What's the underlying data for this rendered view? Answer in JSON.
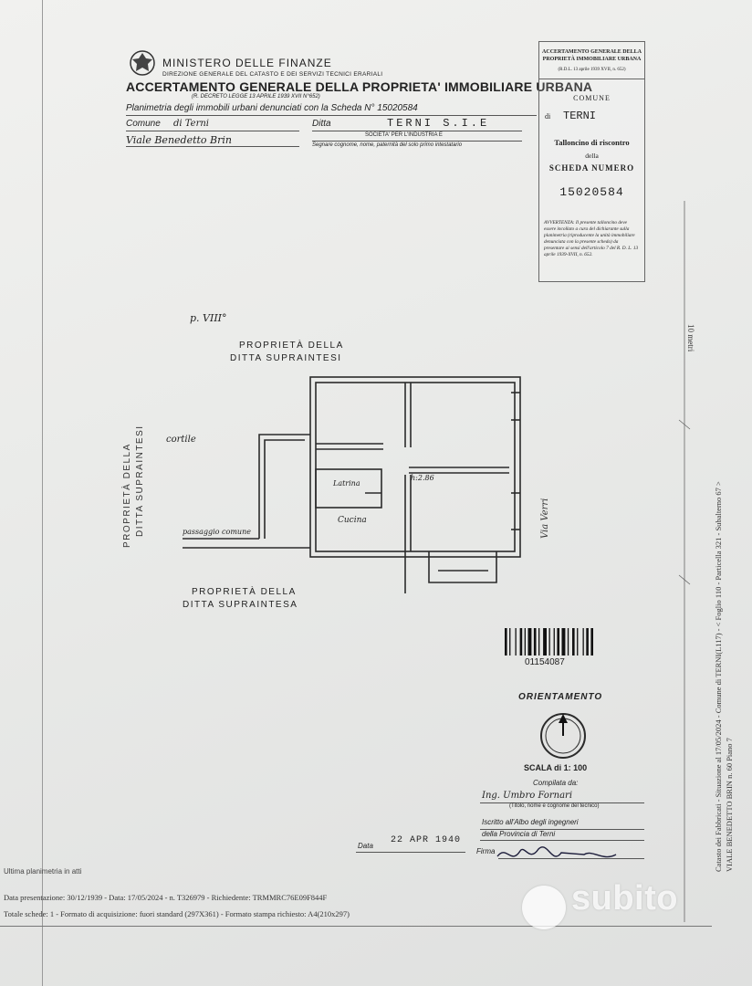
{
  "header": {
    "ministry": "MINISTERO DELLE FINANZE",
    "direzione": "DIREZIONE GENERALE DEL CATASTO E DEI SERVIZI TECNICI ERARIALI",
    "title": "ACCERTAMENTO GENERALE DELLA PROPRIETA' IMMOBILIARE URBANA",
    "decree": "(R. DECRETO LEGGE 13 APRILE 1939 XVII N°652)"
  },
  "form": {
    "plan_line": "Planimetria degli immobili urbani denunciati con la Scheda N° 15020584",
    "comune_label": "Comune",
    "comune_value": "di Terni",
    "ditta_label": "Ditta",
    "ditta_value": "TERNI  S.I.E",
    "ditta_sub": "SOCIETA' PER L'INDUSTRIA E",
    "ditta_note": "Segnare cognome, nome, paternità del solo primo intestatario",
    "via_value": "Viale Benedetto Brin"
  },
  "stub": {
    "title1": "ACCERTAMENTO GENERALE DELLA",
    "title2": "PROPRIETÀ IMMOBILIARE URBANA",
    "decree": "(R.D.L. 13 aprile 1939 XVII, n. 652)",
    "comune_label": "COMUNE",
    "comune_prefix": "di",
    "comune_value": "TERNI",
    "tallon": "Talloncino di riscontro",
    "della": "della",
    "scheda_label": "SCHEDA NUMERO",
    "scheda_number": "15020584",
    "avvertenza": "AVVERTENZA: Il presente talloncino deve essere incollato a cura del dichiarante sulla planimetria (riproducente la unità immobiliare denunciata con la presente scheda) da presentare ai sensi dell'articolo 7 del R. D. L. 13 aprile 1939-XVII, n. 652."
  },
  "plan": {
    "page_ref": "p. VIII°",
    "prop_top_1": "PROPRIETÀ DELLA",
    "prop_top_2": "DITTA SUPRAINTESI",
    "prop_left_1": "PROPRIETÀ DELLA",
    "prop_left_2": "DITTA SUPRAINTESI",
    "prop_bottom_1": "PROPRIETÀ DELLA",
    "prop_bottom_2": "DITTA SUPRAINTESA",
    "cortile": "cortile",
    "latrina": "Latrina",
    "height": "h:2.86",
    "cucina": "Cucina",
    "passaggio": "passaggio comune",
    "via_verri": "Via Verri"
  },
  "barcode_number": "01154087",
  "orientation_label": "ORIENTAMENTO",
  "scale_text": "SCALA di 1: 100",
  "compiled": {
    "label": "Compilata da:",
    "name": "Ing. Umbro Fornari",
    "note": "(Titolo, nome e cognome del tecnico)",
    "iscritto": "Iscritto all'Albo degli ingegneri",
    "provincia": "della Provincia di Terni",
    "data_label": "Data",
    "data_value": "22 APR 1940",
    "firma_label": "Firma"
  },
  "footer": {
    "ultima": "Ultima planimetria in atti",
    "line1": "Data presentazione: 30/12/1939 - Data: 17/05/2024 - n. T326979 - Richiedente: TRMMRC76E09F844F",
    "line2": "Totale schede: 1 - Formato di acquisizione: fuori standard (297X361) - Formato stampa richiesto: A4(210x297)"
  },
  "side": {
    "scale_label": "10 metri",
    "line1": "Catasto dei Fabbricati - Situazione al 17/05/2024 - Comune di TERNI(L117) - < Foglio 110 - Particella 321 - Subalterno 67 >",
    "line2": "VIALE BENEDETTO BRIN n. 60 Piano 7"
  },
  "watermark": "subito"
}
